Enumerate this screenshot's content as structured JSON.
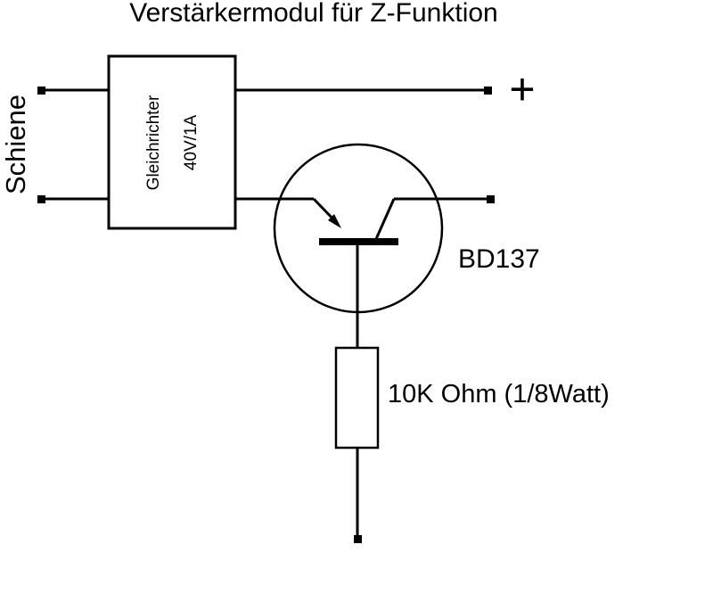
{
  "title": "Verstärkermodul für Z-Funktion",
  "rail_label": "Schiene",
  "rectifier": {
    "line1": "Gleichrichter",
    "line2": "40V/1A"
  },
  "plus_label": "+",
  "transistor_label": "BD137",
  "resistor_label": "10K Ohm (1/8Watt)"
}
